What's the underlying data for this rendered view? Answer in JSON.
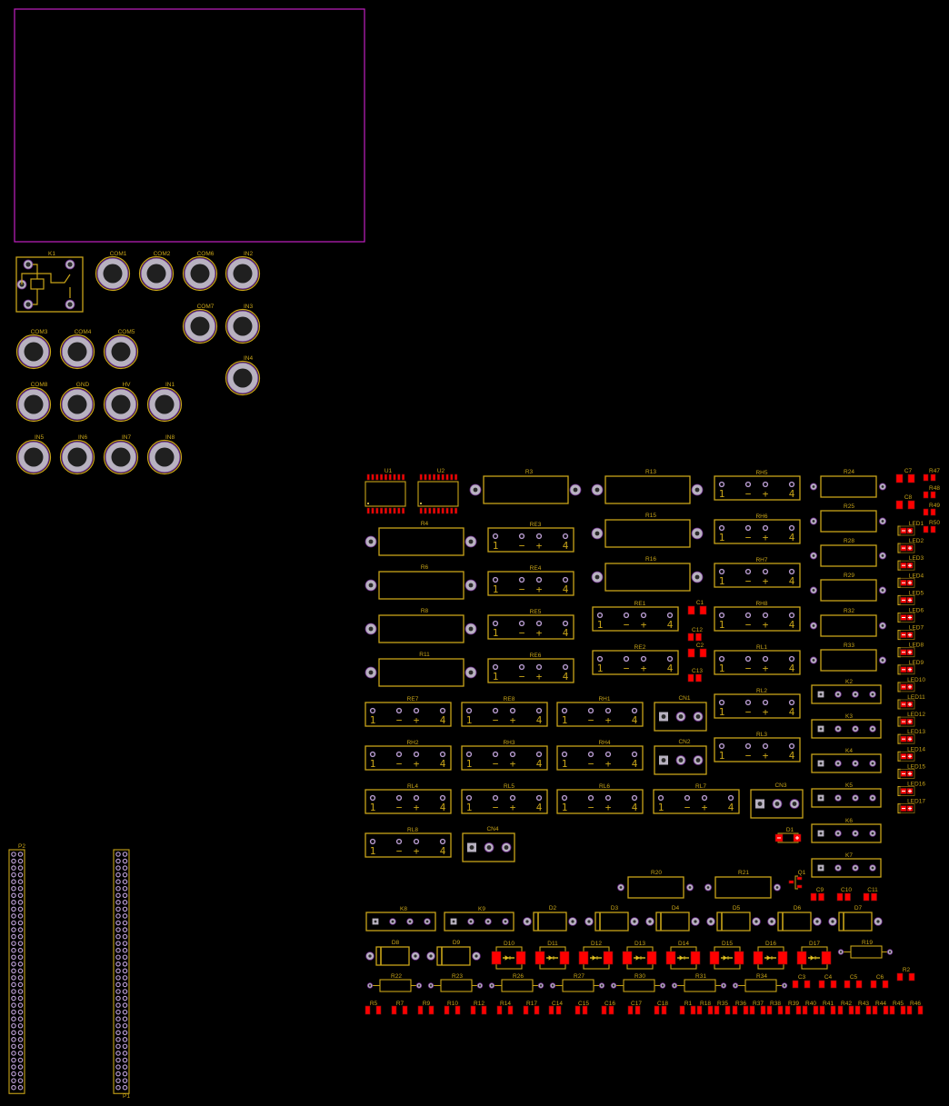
{
  "view": {
    "title": "PCB layout",
    "background": "#000000"
  },
  "colors": {
    "silkscreen": "#c8a418",
    "board_outline": "#c020c0",
    "pad_ring": "#b8b2c0",
    "pad_outline": "#6a2a8a",
    "pad_hole": "#2a2a2a",
    "smd_pad": "#ff0000",
    "via": "#b89cd0"
  },
  "board_outline": {
    "name": "keepout-area"
  },
  "relay": {
    "ref": "K1"
  },
  "banana_jacks": [
    {
      "ref": "COM1"
    },
    {
      "ref": "COM2"
    },
    {
      "ref": "COM6"
    },
    {
      "ref": "IN2"
    },
    {
      "ref": "COM7"
    },
    {
      "ref": "IN3"
    },
    {
      "ref": "IN4"
    },
    {
      "ref": "COM3"
    },
    {
      "ref": "COM4"
    },
    {
      "ref": "COM5"
    },
    {
      "ref": "COM8"
    },
    {
      "ref": "GND"
    },
    {
      "ref": "HV"
    },
    {
      "ref": "IN1"
    },
    {
      "ref": "IN5"
    },
    {
      "ref": "IN6"
    },
    {
      "ref": "IN7"
    },
    {
      "ref": "IN8"
    }
  ],
  "ics": [
    {
      "ref": "U1"
    },
    {
      "ref": "U2"
    }
  ],
  "power_resistors": [
    {
      "ref": "R3"
    },
    {
      "ref": "R13"
    },
    {
      "ref": "R4"
    },
    {
      "ref": "R15"
    },
    {
      "ref": "R6"
    },
    {
      "ref": "R16"
    },
    {
      "ref": "R8"
    },
    {
      "ref": "R11"
    }
  ],
  "resistor_modules": [
    {
      "ref": "R24"
    },
    {
      "ref": "R25"
    },
    {
      "ref": "R28"
    },
    {
      "ref": "R29"
    },
    {
      "ref": "R32"
    },
    {
      "ref": "R33"
    },
    {
      "ref": "R20"
    },
    {
      "ref": "R21"
    }
  ],
  "relays_4pin": {
    "pin_labels": [
      "1",
      "−",
      "+",
      "4"
    ],
    "items": [
      {
        "ref": "RE3"
      },
      {
        "ref": "RE4"
      },
      {
        "ref": "RE5"
      },
      {
        "ref": "RE6"
      },
      {
        "ref": "RH5"
      },
      {
        "ref": "RH6"
      },
      {
        "ref": "RH7"
      },
      {
        "ref": "RH8"
      },
      {
        "ref": "RE1"
      },
      {
        "ref": "RE2"
      },
      {
        "ref": "RL1"
      },
      {
        "ref": "RL2"
      },
      {
        "ref": "RL3"
      },
      {
        "ref": "RE7"
      },
      {
        "ref": "RE8"
      },
      {
        "ref": "RH1"
      },
      {
        "ref": "RH2"
      },
      {
        "ref": "RH3"
      },
      {
        "ref": "RH4"
      },
      {
        "ref": "RL4"
      },
      {
        "ref": "RL5"
      },
      {
        "ref": "RL6"
      },
      {
        "ref": "RL7"
      },
      {
        "ref": "RL8"
      }
    ]
  },
  "connectors_3pin": [
    {
      "ref": "CN1"
    },
    {
      "ref": "CN2"
    },
    {
      "ref": "CN3"
    },
    {
      "ref": "CN4"
    }
  ],
  "headers_4pin": [
    {
      "ref": "K2"
    },
    {
      "ref": "K3"
    },
    {
      "ref": "K4"
    },
    {
      "ref": "K5"
    },
    {
      "ref": "K6"
    },
    {
      "ref": "K7"
    },
    {
      "ref": "K8"
    },
    {
      "ref": "K9"
    }
  ],
  "diodes_th": [
    {
      "ref": "D2"
    },
    {
      "ref": "D3"
    },
    {
      "ref": "D4"
    },
    {
      "ref": "D5"
    },
    {
      "ref": "D6"
    },
    {
      "ref": "D7"
    },
    {
      "ref": "D8"
    },
    {
      "ref": "D9"
    }
  ],
  "diodes_smd": [
    {
      "ref": "D10"
    },
    {
      "ref": "D11"
    },
    {
      "ref": "D12"
    },
    {
      "ref": "D13"
    },
    {
      "ref": "D14"
    },
    {
      "ref": "D15"
    },
    {
      "ref": "D16"
    },
    {
      "ref": "D17"
    }
  ],
  "axial_resistors": [
    {
      "ref": "R22"
    },
    {
      "ref": "R23"
    },
    {
      "ref": "R26"
    },
    {
      "ref": "R27"
    },
    {
      "ref": "R30"
    },
    {
      "ref": "R31"
    },
    {
      "ref": "R34"
    },
    {
      "ref": "R19"
    }
  ],
  "leds": [
    {
      "ref": "LED1"
    },
    {
      "ref": "LED2"
    },
    {
      "ref": "LED3"
    },
    {
      "ref": "LED4"
    },
    {
      "ref": "LED5"
    },
    {
      "ref": "LED6"
    },
    {
      "ref": "LED7"
    },
    {
      "ref": "LED8"
    },
    {
      "ref": "LED9"
    },
    {
      "ref": "LED10"
    },
    {
      "ref": "LED11"
    },
    {
      "ref": "LED12"
    },
    {
      "ref": "LED13"
    },
    {
      "ref": "LED14"
    },
    {
      "ref": "LED15"
    },
    {
      "ref": "LED16"
    },
    {
      "ref": "LED17"
    }
  ],
  "smd_small": {
    "top_right": [
      {
        "ref": "R47"
      },
      {
        "ref": "R48"
      },
      {
        "ref": "R49"
      },
      {
        "ref": "R50"
      }
    ],
    "caps_large": [
      {
        "ref": "C7"
      },
      {
        "ref": "C8"
      },
      {
        "ref": "C1"
      },
      {
        "ref": "C2"
      }
    ],
    "caps_mid": [
      {
        "ref": "C12"
      },
      {
        "ref": "C13"
      },
      {
        "ref": "C9"
      },
      {
        "ref": "C10"
      },
      {
        "ref": "C11"
      }
    ],
    "row_c": [
      {
        "ref": "C3"
      },
      {
        "ref": "C4"
      },
      {
        "ref": "C5"
      },
      {
        "ref": "C6"
      },
      {
        "ref": "R2"
      }
    ],
    "bottom_row": [
      {
        "ref": "R5"
      },
      {
        "ref": "R7"
      },
      {
        "ref": "R9"
      },
      {
        "ref": "R10"
      },
      {
        "ref": "R12"
      },
      {
        "ref": "R14"
      },
      {
        "ref": "R17"
      },
      {
        "ref": "C14"
      },
      {
        "ref": "C15"
      },
      {
        "ref": "C16"
      },
      {
        "ref": "C17"
      },
      {
        "ref": "C18"
      },
      {
        "ref": "R1"
      },
      {
        "ref": "R18"
      },
      {
        "ref": "R35"
      },
      {
        "ref": "R36"
      },
      {
        "ref": "R37"
      },
      {
        "ref": "R38"
      },
      {
        "ref": "R39"
      },
      {
        "ref": "R40"
      },
      {
        "ref": "R41"
      },
      {
        "ref": "R42"
      },
      {
        "ref": "R43"
      },
      {
        "ref": "R44"
      },
      {
        "ref": "R45"
      },
      {
        "ref": "R46"
      }
    ]
  },
  "smd_diode": {
    "ref": "D1"
  },
  "transistor": {
    "ref": "Q1"
  },
  "pin_headers": [
    {
      "ref": "P2",
      "columns": 2,
      "rows": 35
    },
    {
      "ref": "P1",
      "columns": 2,
      "rows": 35
    }
  ]
}
